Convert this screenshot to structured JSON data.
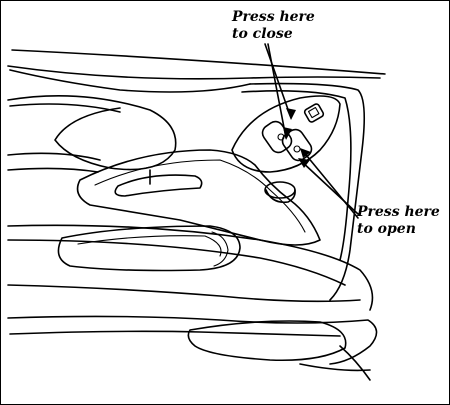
{
  "callouts": {
    "close": {
      "line1": "Press here",
      "line2": "to close"
    },
    "open": {
      "line1": "Press here",
      "line2": "to open"
    }
  },
  "colors": {
    "line": "#000000",
    "background": "#ffffff"
  },
  "icons": {
    "window_switch": "window-switch-icon",
    "lock_button": "door-lock-button-icon",
    "door_handle": "door-handle-icon",
    "lock_knob": "lock-knob-icon"
  }
}
